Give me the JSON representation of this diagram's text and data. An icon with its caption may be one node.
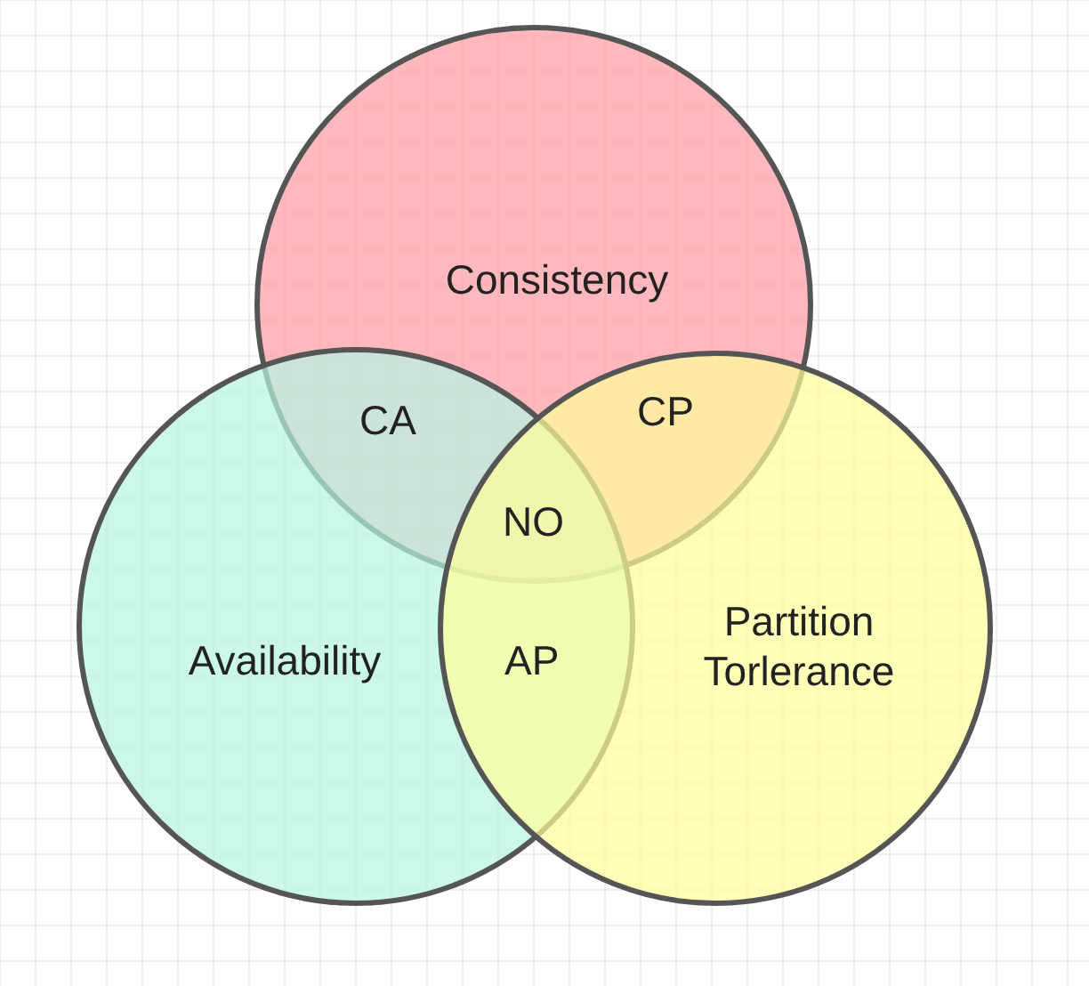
{
  "diagram": {
    "nodes": [
      {
        "text": [
          "Consistency"
        ]
      },
      {
        "text": [
          "Availability"
        ]
      },
      {
        "text": [
          "Partition Torlerance"
        ]
      }
    ],
    "labels": [
      "CA",
      "CP",
      "NO",
      "AP"
    ]
  }
}
